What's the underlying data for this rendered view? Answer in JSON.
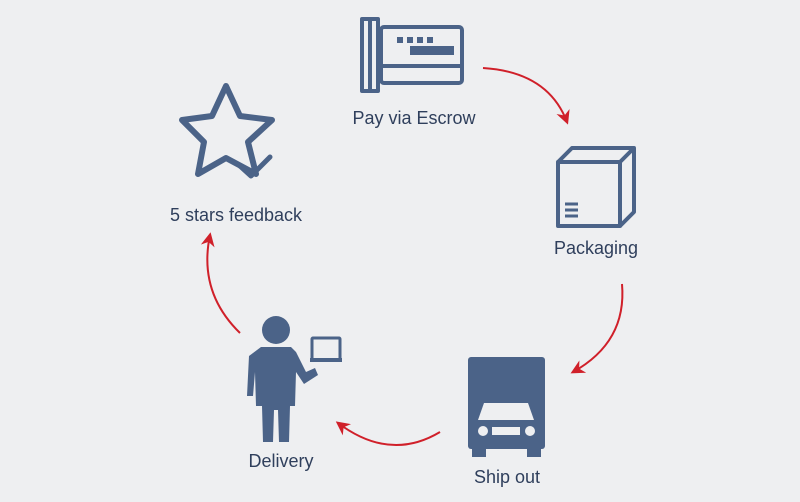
{
  "colors": {
    "icon": "#4b6388",
    "arrow": "#d0202a",
    "text": "#2f3f5c",
    "background": "#eeeff1"
  },
  "steps": [
    {
      "label": "Pay via Escrow",
      "icon": "card-terminal-icon"
    },
    {
      "label": "Packaging",
      "icon": "box-icon"
    },
    {
      "label": "Ship out",
      "icon": "truck-icon"
    },
    {
      "label": "Delivery",
      "icon": "delivery-person-icon"
    },
    {
      "label": "5 stars feedback",
      "icon": "star-check-icon"
    }
  ]
}
